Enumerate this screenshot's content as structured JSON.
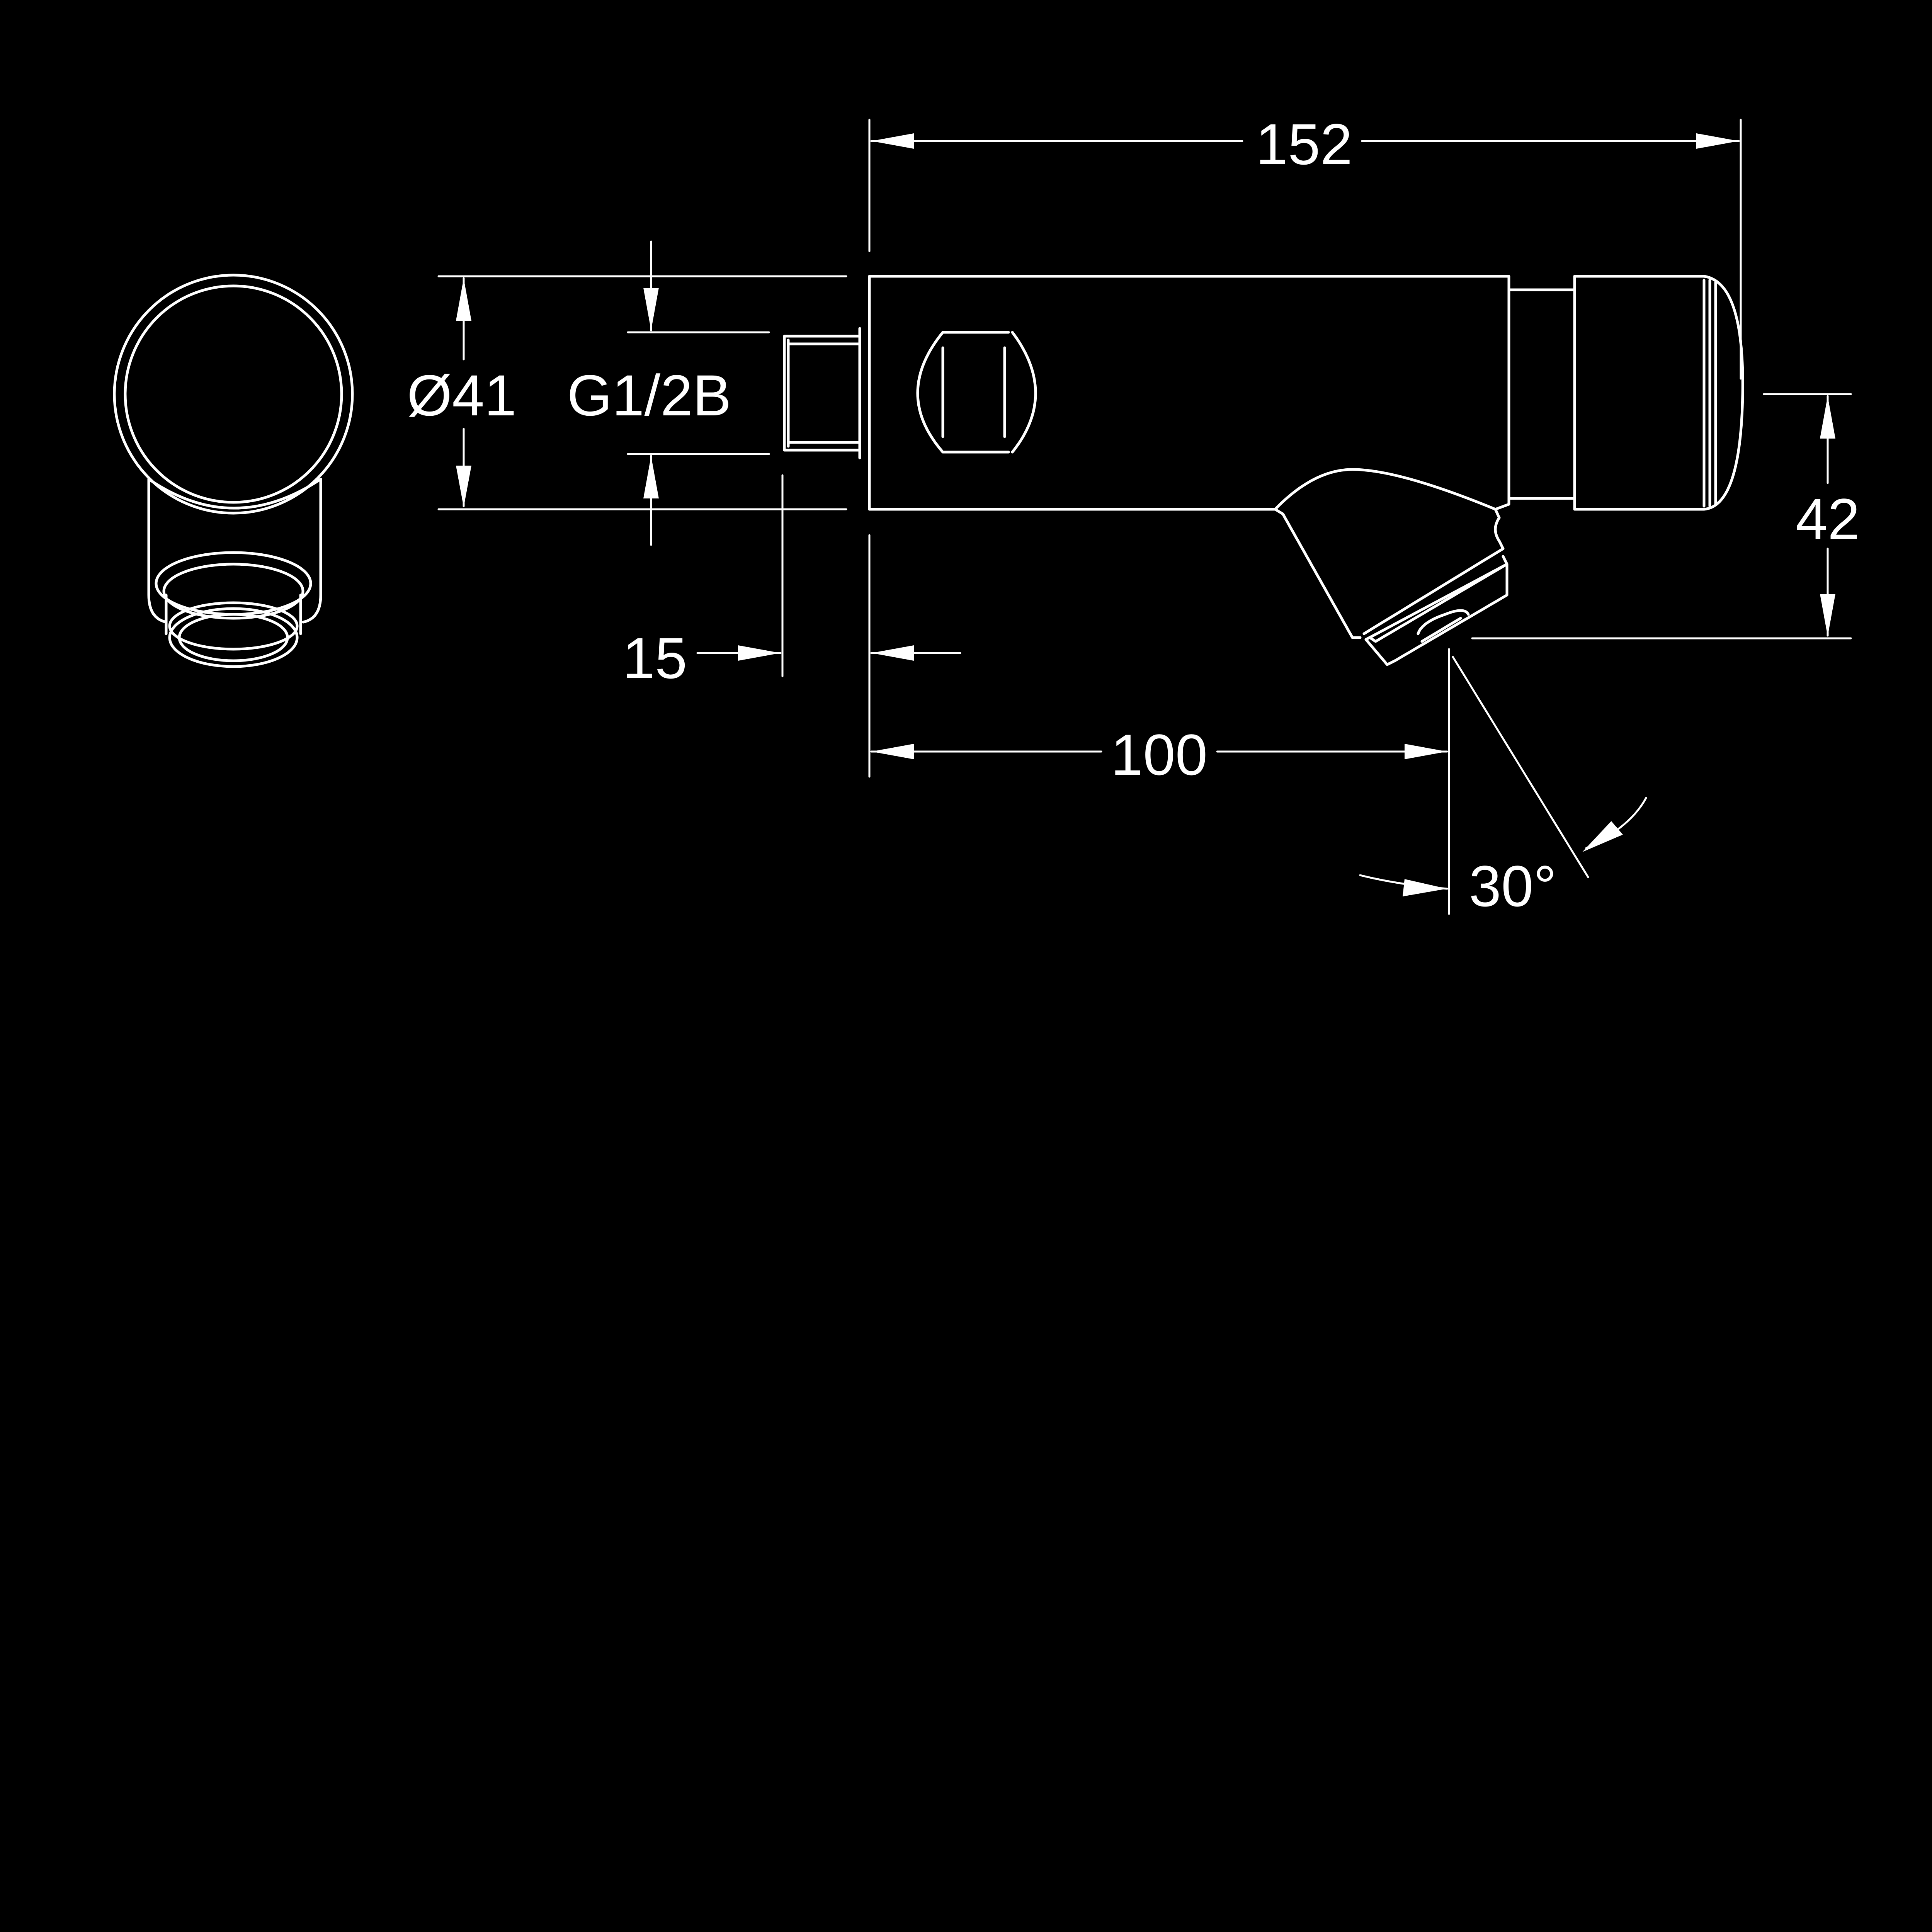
{
  "colors": {
    "background": "#000000",
    "line": "#ffffff"
  },
  "dimensions": {
    "overall_length": "152",
    "diameter": "Ø41",
    "thread": "G1/2B",
    "thread_length": "15",
    "spout_offset": "100",
    "height": "42",
    "angle": "30°"
  }
}
